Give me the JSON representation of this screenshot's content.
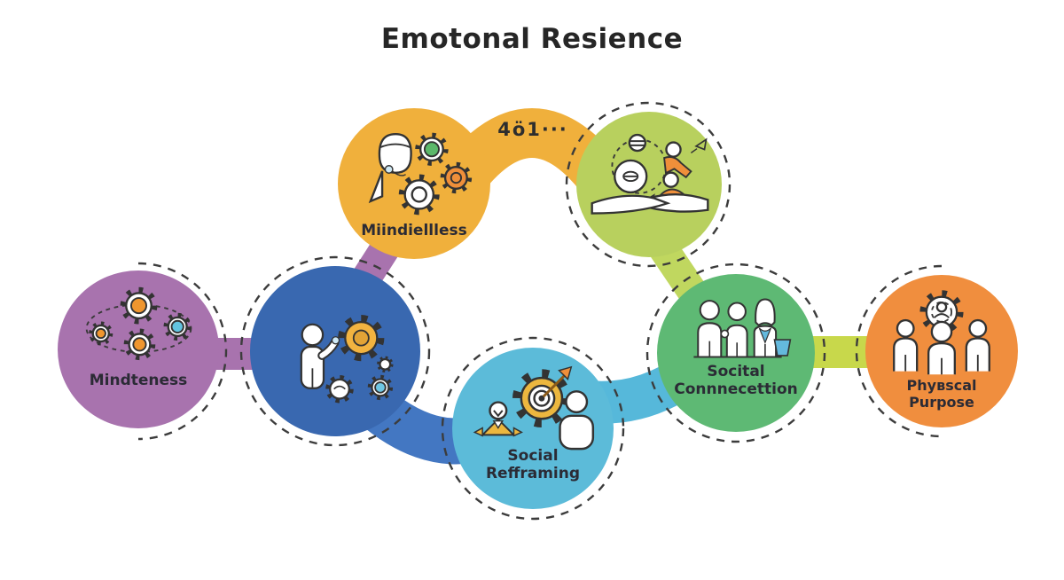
{
  "title": "Emotonal Resience",
  "top_connector_label": "4ö1···",
  "nodes": [
    {
      "id": "mindteness",
      "lines": [
        "Mindteness"
      ],
      "color": "#a873ae"
    },
    {
      "id": "gears",
      "lines": [],
      "color": "#3968b0"
    },
    {
      "id": "miindiellless",
      "lines": [
        "Miindiellless"
      ],
      "color": "#f0b03c"
    },
    {
      "id": "helping-hands",
      "lines": [],
      "color": "#b8d05e"
    },
    {
      "id": "social-refframing",
      "lines": [
        "Social",
        "Refframing"
      ],
      "color": "#5cbbd9"
    },
    {
      "id": "socital-connnecettion",
      "lines": [
        "Socital",
        "Connnecettion"
      ],
      "color": "#5eb974"
    },
    {
      "id": "physcal-purpose",
      "lines": [
        "Phyвscal",
        "Purpose"
      ],
      "color": "#f08e3e"
    }
  ],
  "connectors": [
    {
      "id": "mindteness-to-gears",
      "color": "#a873ae"
    },
    {
      "id": "gears-to-miindiellless",
      "color": "#a873ae"
    },
    {
      "id": "miindiellless-to-helping-hands",
      "color": "#f0b03c"
    },
    {
      "id": "helping-hands-to-connnecettion",
      "color": "#c0d75f"
    },
    {
      "id": "gears-to-refframing",
      "color": "#4377c2"
    },
    {
      "id": "refframing-to-connnecettion",
      "color": "#56b8da"
    },
    {
      "id": "connnecettion-to-purpose",
      "color": "#c8d84b"
    }
  ],
  "colors": {
    "ring": "#3c3c3c",
    "background": "#ffffff",
    "label": "#2b2b35"
  }
}
